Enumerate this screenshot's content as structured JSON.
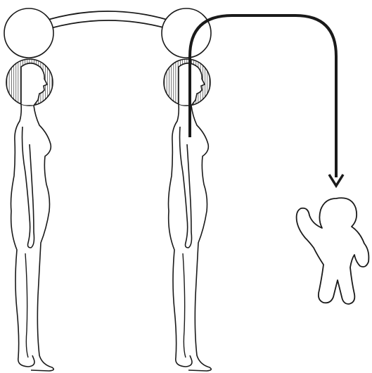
{
  "colors": {
    "background": "#ffffff",
    "outline": "#1a1a1a",
    "halo_fill": "#ffffff",
    "hatch": "#1a1a1a",
    "arrow": "#1a1a1a"
  },
  "icons": [
    "human-figure-left",
    "human-figure-right",
    "head-halo-left",
    "head-halo-right",
    "halo-connection-band",
    "curved-arrow",
    "child-figure"
  ]
}
